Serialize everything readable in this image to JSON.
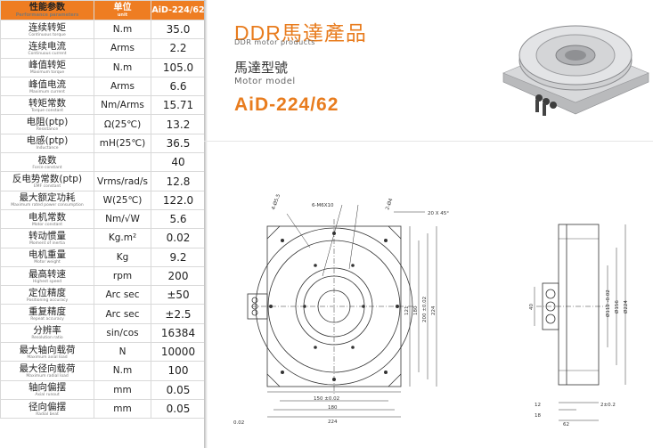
{
  "table": {
    "header": {
      "param_cn": "性能参数",
      "param_en": "Performance parameters",
      "unit_cn": "单位",
      "unit_en": "unit",
      "model": "AiD-224/62"
    },
    "rows": [
      {
        "cn": "连续转矩",
        "en": "Continuous torque",
        "unit": "N.m",
        "value": "35.0"
      },
      {
        "cn": "连续电流",
        "en": "Continuous current",
        "unit": "Arms",
        "value": "2.2"
      },
      {
        "cn": "峰值转矩",
        "en": "Maximum torque",
        "unit": "N.m",
        "value": "105.0"
      },
      {
        "cn": "峰值电流",
        "en": "Maximum current",
        "unit": "Arms",
        "value": "6.6"
      },
      {
        "cn": "转矩常数",
        "en": "Torque constant",
        "unit": "Nm/Arms",
        "value": "15.71"
      },
      {
        "cn": "电阻(ptp)",
        "en": "Resistance",
        "unit": "Ω(25℃)",
        "value": "13.2"
      },
      {
        "cn": "电感(ptp)",
        "en": "Inductance",
        "unit": "mH(25℃)",
        "value": "36.5"
      },
      {
        "cn": "极数",
        "en": "Force constant",
        "unit": "",
        "value": "40"
      },
      {
        "cn": "反电势常数(ptp)",
        "en": "EMF constant",
        "unit": "Vrms/rad/s",
        "value": "12.8"
      },
      {
        "cn": "最大额定功耗",
        "en": "Maximum rated power consumption",
        "unit": "W(25℃)",
        "value": "122.0"
      },
      {
        "cn": "电机常数",
        "en": "Motor constant",
        "unit": "Nm/√W",
        "value": "5.6"
      },
      {
        "cn": "转动惯量",
        "en": "Moment of inertia",
        "unit": "Kg.m²",
        "value": "0.02"
      },
      {
        "cn": "电机重量",
        "en": "Motor weight",
        "unit": "Kg",
        "value": "9.2"
      },
      {
        "cn": "最高转速",
        "en": "Highest speed",
        "unit": "rpm",
        "value": "200"
      },
      {
        "cn": "定位精度",
        "en": "Positioning accuracy",
        "unit": "Arc sec",
        "value": "±50"
      },
      {
        "cn": "重复精度",
        "en": "Repeat accuracy",
        "unit": "Arc sec",
        "value": "±2.5"
      },
      {
        "cn": "分辨率",
        "en": "Resolution ratio",
        "unit": "sin/cos",
        "value": "16384"
      },
      {
        "cn": "最大轴向载荷",
        "en": "Maximum axial load",
        "unit": "N",
        "value": "10000"
      },
      {
        "cn": "最大径向载荷",
        "en": "Maximum radial load",
        "unit": "N.m",
        "value": "100"
      },
      {
        "cn": "轴向偏摆",
        "en": "Axial runout",
        "unit": "mm",
        "value": "0.05"
      },
      {
        "cn": "径向偏摆",
        "en": "Radial beat",
        "unit": "mm",
        "value": "0.05"
      }
    ]
  },
  "header": {
    "brand": "DDR馬達產品",
    "brand_en": "DDR motor products",
    "model_cn": "馬達型號",
    "model_en": "Motor model",
    "model_value": "AiD-224/62"
  },
  "drawing": {
    "front": {
      "hole_note": "6-M6X10",
      "chamfer": "20 X 45°",
      "d_top1": "4-Ø5.5",
      "d_top2": "2-Ø4",
      "w150": "150 ±0.02",
      "w180": "180",
      "w224": "224",
      "h121": "121",
      "h180": "180",
      "h200": "200 ±0.02",
      "h224": "224",
      "flat": "0.02"
    },
    "side": {
      "d112": "Ø112 -0.02",
      "d156": "Ø156",
      "d224": "Ø224",
      "h40": "40",
      "t2": "2±0.2",
      "t12": "12",
      "t18": "18",
      "t62": "62"
    }
  },
  "colors": {
    "accent": "#e87c1e",
    "header_bg": "#ee7d22"
  }
}
